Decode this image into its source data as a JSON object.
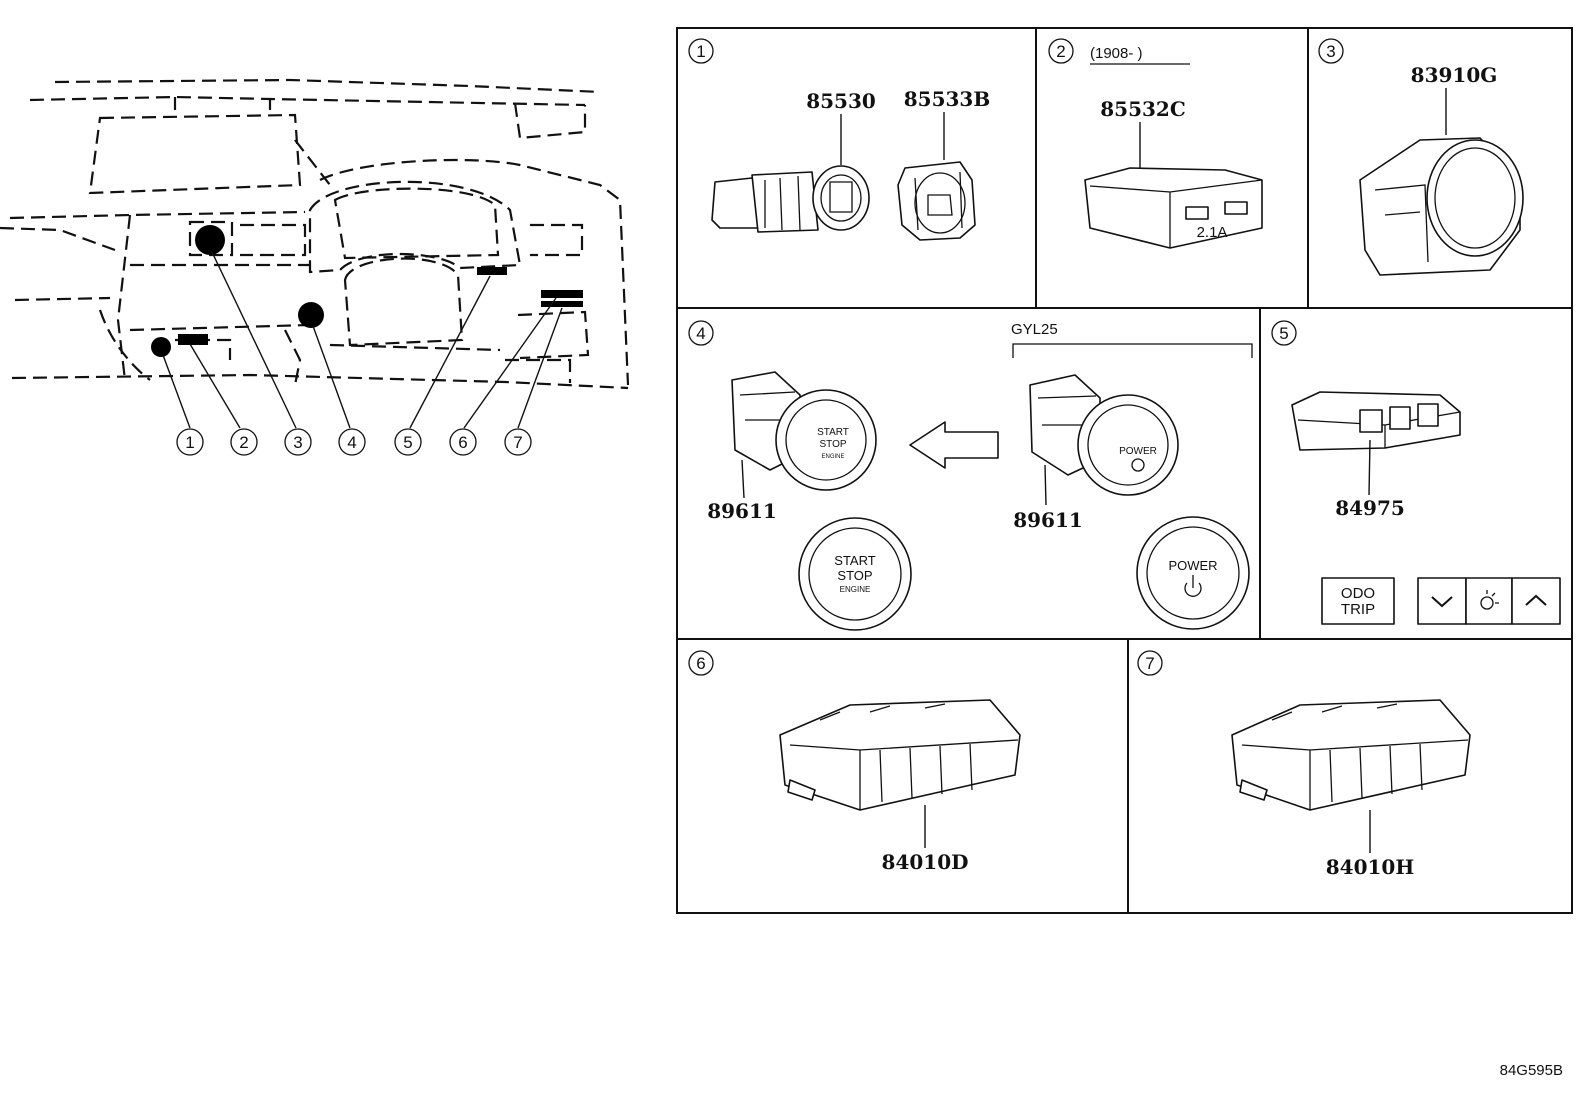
{
  "callouts": [
    "1",
    "2",
    "3",
    "4",
    "5",
    "6",
    "7"
  ],
  "panels": {
    "p1": {
      "num": "1",
      "parts": [
        "85530",
        "85533B"
      ]
    },
    "p2": {
      "num": "2",
      "note": "(1908-        )",
      "parts": [
        "85532C"
      ],
      "usb_label": "2.1A"
    },
    "p3": {
      "num": "3",
      "parts": [
        "83910G"
      ]
    },
    "p4": {
      "num": "4",
      "variant": "GYL25",
      "parts": [
        "89611",
        "89611"
      ],
      "start_button": [
        "START",
        "STOP",
        "ENGINE"
      ],
      "power_button": "POWER"
    },
    "p5": {
      "num": "5",
      "parts": [
        "84975"
      ],
      "odo": "ODO",
      "trip": "TRIP"
    },
    "p6": {
      "num": "6",
      "parts": [
        "84010D"
      ]
    },
    "p7": {
      "num": "7",
      "parts": [
        "84010H"
      ]
    }
  },
  "diagram_code": "84G595B"
}
